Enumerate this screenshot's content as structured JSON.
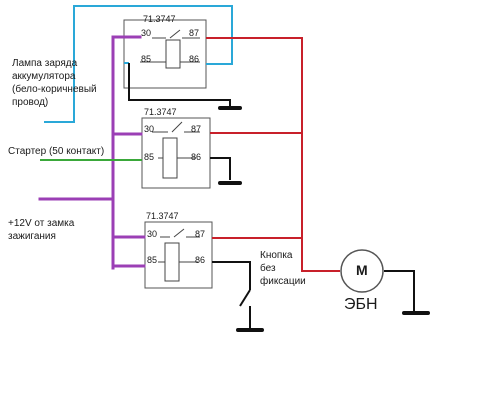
{
  "labels": {
    "lamp": [
      "Лампа заряда",
      "аккумулятора",
      "(бело-коричневый",
      "провод)"
    ],
    "starter": "Стартер (50 контакт)",
    "ignition": [
      "+12V от замка",
      "зажигания"
    ],
    "button": [
      "Кнопка",
      "без",
      "фиксации"
    ],
    "motor_symbol": "M",
    "motor_name": "ЭБН"
  },
  "relays": [
    {
      "model": "71.3747",
      "pin_30": "30",
      "pin_87": "87",
      "pin_85": "85",
      "pin_86": "86"
    },
    {
      "model": "71.3747",
      "pin_30": "30",
      "pin_87": "87",
      "pin_85": "85",
      "pin_86": "86"
    },
    {
      "model": "71.3747",
      "pin_30": "30",
      "pin_87": "87",
      "pin_85": "85",
      "pin_86": "86"
    }
  ],
  "colors": {
    "wire_lamp": "#2aa8d8",
    "wire_starter": "#3aa83a",
    "wire_power": "#9b3fb5",
    "wire_output": "#c8202a",
    "wire_ground": "#111111",
    "relay_border": "#555555"
  }
}
